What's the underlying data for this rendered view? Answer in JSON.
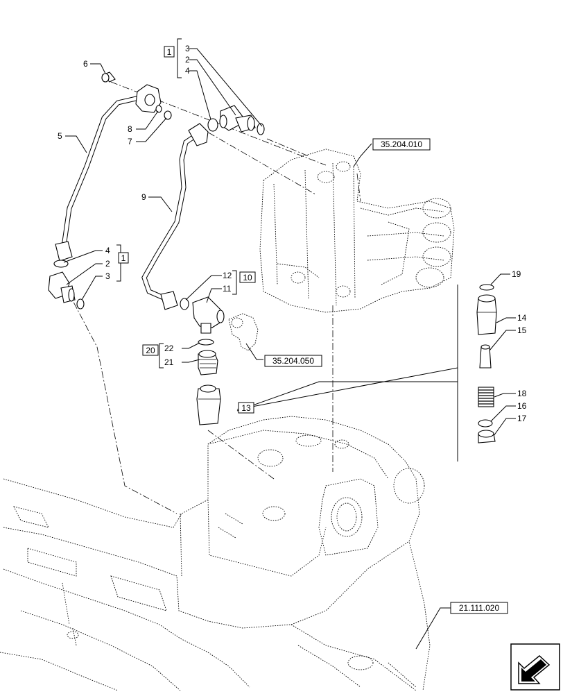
{
  "callouts": {
    "c1a": "1",
    "c1b": "1",
    "c2a": "2",
    "c2b": "2",
    "c3a": "3",
    "c3b": "3",
    "c4a": "4",
    "c4b": "4",
    "c5": "5",
    "c6": "6",
    "c7": "7",
    "c8": "8",
    "c9": "9",
    "c10": "10",
    "c11": "11",
    "c12": "12",
    "c13": "13",
    "c14": "14",
    "c15": "15",
    "c16": "16",
    "c17": "17",
    "c18": "18",
    "c19": "19",
    "c20": "20",
    "c21": "21",
    "c22": "22"
  },
  "refs": {
    "valve": "35.204.010",
    "fitting": "35.204.050",
    "housing": "21.111.020"
  }
}
